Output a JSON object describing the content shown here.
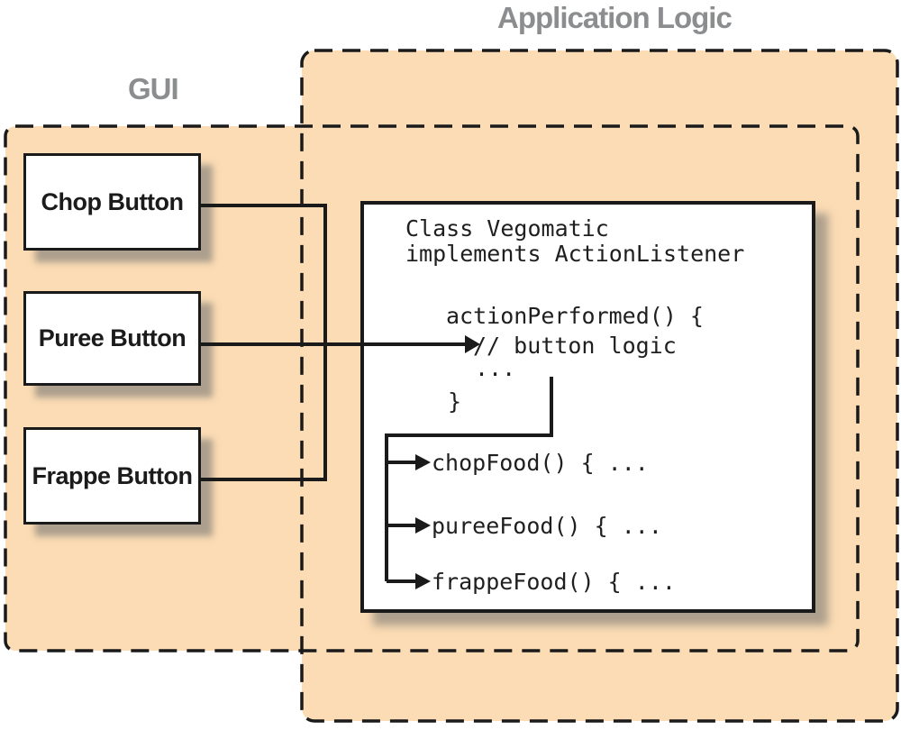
{
  "labels": {
    "gui": "GUI",
    "application_logic": "Application Logic"
  },
  "buttons": [
    {
      "label": "Chop Button"
    },
    {
      "label": "Puree Button"
    },
    {
      "label": "Frappe Button"
    }
  ],
  "code": {
    "class_decl": "Class Vegomatic",
    "implements_decl": "implements ActionListener",
    "action_performed": "actionPerformed() {",
    "comment": "// button logic",
    "ellipsis": "...",
    "close_brace": "}",
    "chop_method": "chopFood() { ...",
    "puree_method": "pureeFood() { ...",
    "frappe_method": "frappeFood() { ..."
  },
  "colors": {
    "region_fill": "#FBDCB4",
    "label_text": "#8B8D8F",
    "line_stroke": "#1A1A1A"
  }
}
